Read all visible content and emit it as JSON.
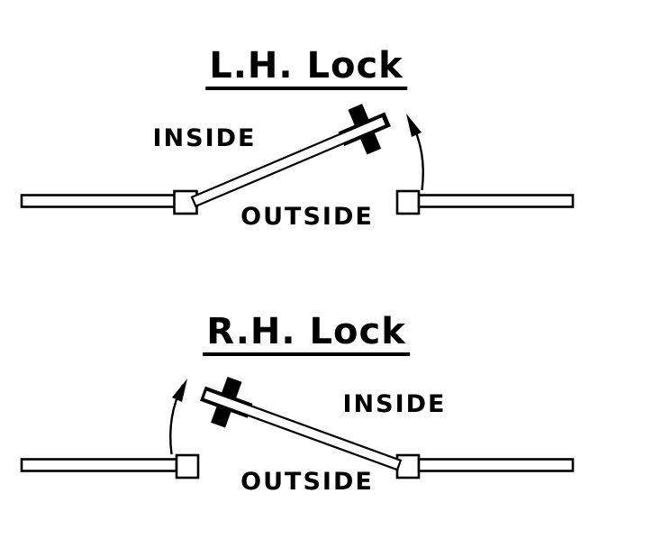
{
  "page": {
    "background_color": "#ffffff",
    "ink_color": "#000000"
  },
  "diagrams": [
    {
      "title": "L.H. Lock",
      "inside_label": "INSIDE",
      "outside_label": "OUTSIDE",
      "hinge_side": "left",
      "swing_direction": "up-toward-inside"
    },
    {
      "title": "R.H. Lock",
      "inside_label": "INSIDE",
      "outside_label": "OUTSIDE",
      "hinge_side": "right",
      "swing_direction": "up-toward-inside"
    }
  ]
}
